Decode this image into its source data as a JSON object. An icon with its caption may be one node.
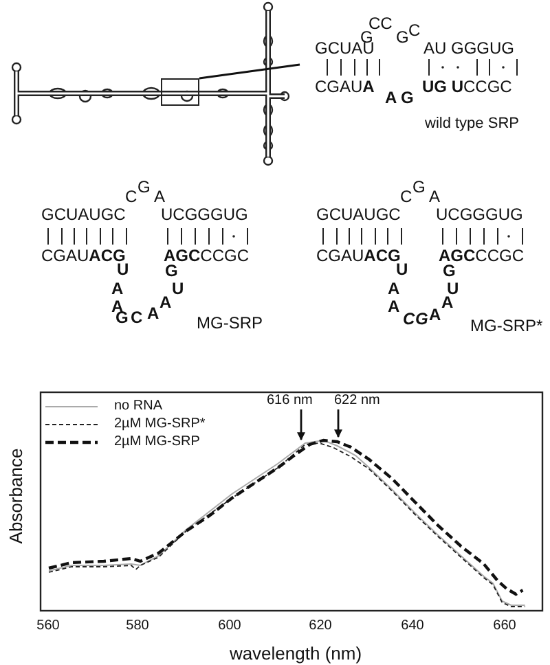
{
  "diagram": {
    "nodes": [
      {
        "text": [],
        "shape": "picture"
      },
      {
        "text": [],
        "shape": "box",
        "in": 0
      },
      {
        "text": [
          "616 nm"
        ]
      },
      {
        "text": [
          "622 nm"
        ]
      }
    ],
    "edges": [
      {
        "from": 1,
        "to": null,
        "arrow": "none"
      },
      {
        "from": 2,
        "to": null,
        "arrow": "to"
      },
      {
        "from": 3,
        "to": null,
        "arrow": "to"
      }
    ],
    "labels": [
      "GCUAU",
      "G",
      "CC",
      "G",
      "C",
      "AU GGGUG",
      "CGAU**A**",
      "A G",
      "**UG** **U**CCGC",
      "wild type SRP",
      "GCUAUGC",
      "C",
      "G",
      "A",
      "UCGGGUG",
      "CGAU**ACG**",
      "**AGC**CCGC",
      "U",
      "A",
      "A",
      "G",
      "C",
      "A",
      "A",
      "U",
      "G",
      "MG-SRP",
      "GCUAUGC",
      "C",
      "G",
      "A",
      "UCGGGUG",
      "CGAU**ACG**",
      "**AGC**CCGC",
      "U",
      "A",
      "A",
      "C",
      "G",
      "A",
      "A",
      "U",
      "G",
      "MG-SRP*",
      "Absorbance",
      "560",
      "580",
      "600",
      "620",
      "640",
      "660",
      "wavelength (nm)"
    ],
    "legend": [
      {
        "text": "no RNA"
      },
      {
        "text": "2µM MG-SRP*"
      },
      {
        "text": "2µM MG-SRP"
      }
    ]
  }
}
